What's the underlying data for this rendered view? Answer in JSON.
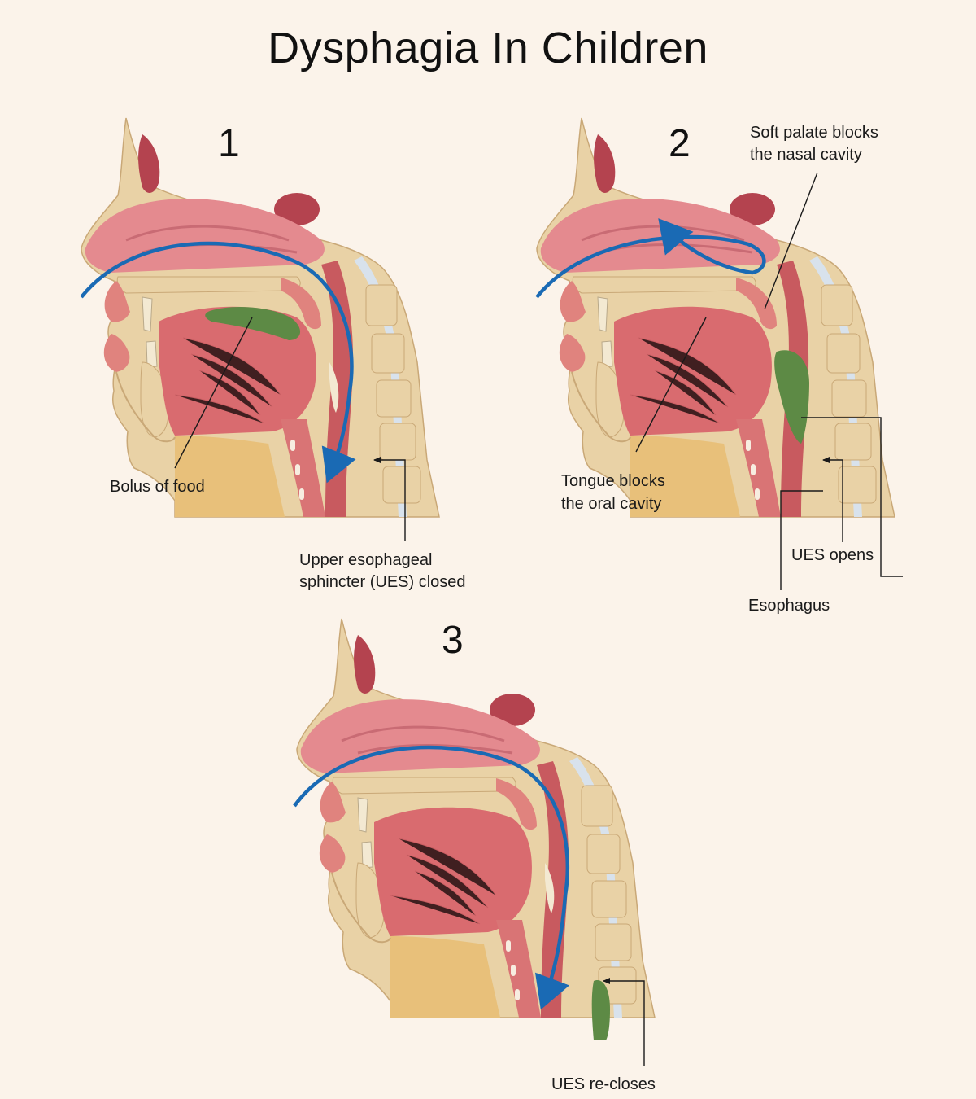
{
  "title": "Dysphagia In Children",
  "colors": {
    "background": "#fbf3ea",
    "bone": "#e9d2a6",
    "soft_tissue": "#e0837e",
    "deep_tissue": "#c85a5f",
    "sinus": "#b4434f",
    "bolus": "#5d8a45",
    "flow_arrow": "#1a6ab4",
    "cartilage": "#d8e2ec",
    "neck_fat": "#e8c07a"
  },
  "panels": [
    {
      "number": "1",
      "labels": {
        "bolus": "Bolus of food",
        "ues_line1": "Upper esophageal",
        "ues_line2": "sphincter (UES) closed"
      }
    },
    {
      "number": "2",
      "labels": {
        "soft_palate_line1": "Soft palate blocks",
        "soft_palate_line2": "the nasal cavity",
        "tongue_line1": "Tongue blocks",
        "tongue_line2": "the oral cavity",
        "ues_opens": "UES opens",
        "esophagus": "Esophagus"
      }
    },
    {
      "number": "3",
      "labels": {
        "ues_recloses": "UES re-closes"
      }
    }
  ]
}
